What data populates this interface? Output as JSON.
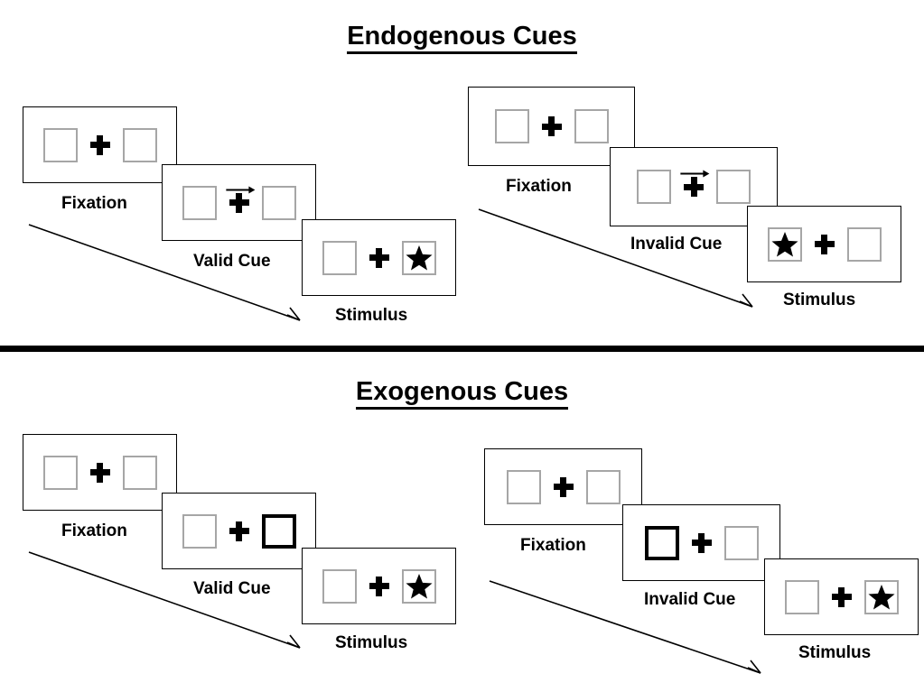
{
  "figure": {
    "title_top": "Endogenous Cues",
    "title_bottom": "Exogenous Cues"
  },
  "colors": {
    "frame_stroke": "#000000",
    "box_stroke": "#a6a6a6",
    "cued_box_stroke": "#000000",
    "stimulus_fill": "#000000",
    "background": "#ffffff",
    "divider": "#000000"
  },
  "labels": {
    "fixation": "Fixation",
    "valid_cue": "Valid Cue",
    "invalid_cue": "Invalid Cue",
    "stimulus": "Stimulus"
  },
  "sections": [
    {
      "id": "endogenous",
      "title": "Endogenous Cues",
      "cue_type": "central-arrow",
      "sequences": [
        {
          "id": "endogenous-valid",
          "trial_type": "valid",
          "frames": [
            {
              "name": "fixation",
              "caption": "Fixation",
              "left_box": "empty",
              "right_box": "empty",
              "center": "plus",
              "cue_direction": "none"
            },
            {
              "name": "cue",
              "caption": "Valid Cue",
              "left_box": "empty",
              "right_box": "empty",
              "center": "plus-with-arrow",
              "cue_direction": "right"
            },
            {
              "name": "stimulus",
              "caption": "Stimulus",
              "left_box": "empty",
              "right_box": "star",
              "center": "plus",
              "cue_direction": "none"
            }
          ]
        },
        {
          "id": "endogenous-invalid",
          "trial_type": "invalid",
          "frames": [
            {
              "name": "fixation",
              "caption": "Fixation",
              "left_box": "empty",
              "right_box": "empty",
              "center": "plus",
              "cue_direction": "none"
            },
            {
              "name": "cue",
              "caption": "Invalid Cue",
              "left_box": "empty",
              "right_box": "empty",
              "center": "plus-with-arrow",
              "cue_direction": "right"
            },
            {
              "name": "stimulus",
              "caption": "Stimulus",
              "left_box": "star",
              "right_box": "empty",
              "center": "plus",
              "cue_direction": "none"
            }
          ]
        }
      ]
    },
    {
      "id": "exogenous",
      "title": "Exogenous Cues",
      "cue_type": "peripheral-box-flash",
      "sequences": [
        {
          "id": "exogenous-valid",
          "trial_type": "valid",
          "frames": [
            {
              "name": "fixation",
              "caption": "Fixation",
              "left_box": "empty",
              "right_box": "empty",
              "center": "plus",
              "cue_direction": "none"
            },
            {
              "name": "cue",
              "caption": "Valid Cue",
              "left_box": "empty",
              "right_box": "cued",
              "center": "plus",
              "cue_direction": "right"
            },
            {
              "name": "stimulus",
              "caption": "Stimulus",
              "left_box": "empty",
              "right_box": "star",
              "center": "plus",
              "cue_direction": "none"
            }
          ]
        },
        {
          "id": "exogenous-invalid",
          "trial_type": "invalid",
          "frames": [
            {
              "name": "fixation",
              "caption": "Fixation",
              "left_box": "empty",
              "right_box": "empty",
              "center": "plus",
              "cue_direction": "none"
            },
            {
              "name": "cue",
              "caption": "Invalid Cue",
              "left_box": "cued",
              "right_box": "empty",
              "center": "plus",
              "cue_direction": "left"
            },
            {
              "name": "stimulus",
              "caption": "Stimulus",
              "left_box": "empty",
              "right_box": "star",
              "center": "plus",
              "cue_direction": "none"
            }
          ]
        }
      ]
    }
  ],
  "time_arrows": [
    {
      "id": "time-arrow-endogenous-valid",
      "meaning": "time"
    },
    {
      "id": "time-arrow-endogenous-invalid",
      "meaning": "time"
    },
    {
      "id": "time-arrow-exogenous-valid",
      "meaning": "time"
    },
    {
      "id": "time-arrow-exogenous-invalid",
      "meaning": "time"
    }
  ]
}
